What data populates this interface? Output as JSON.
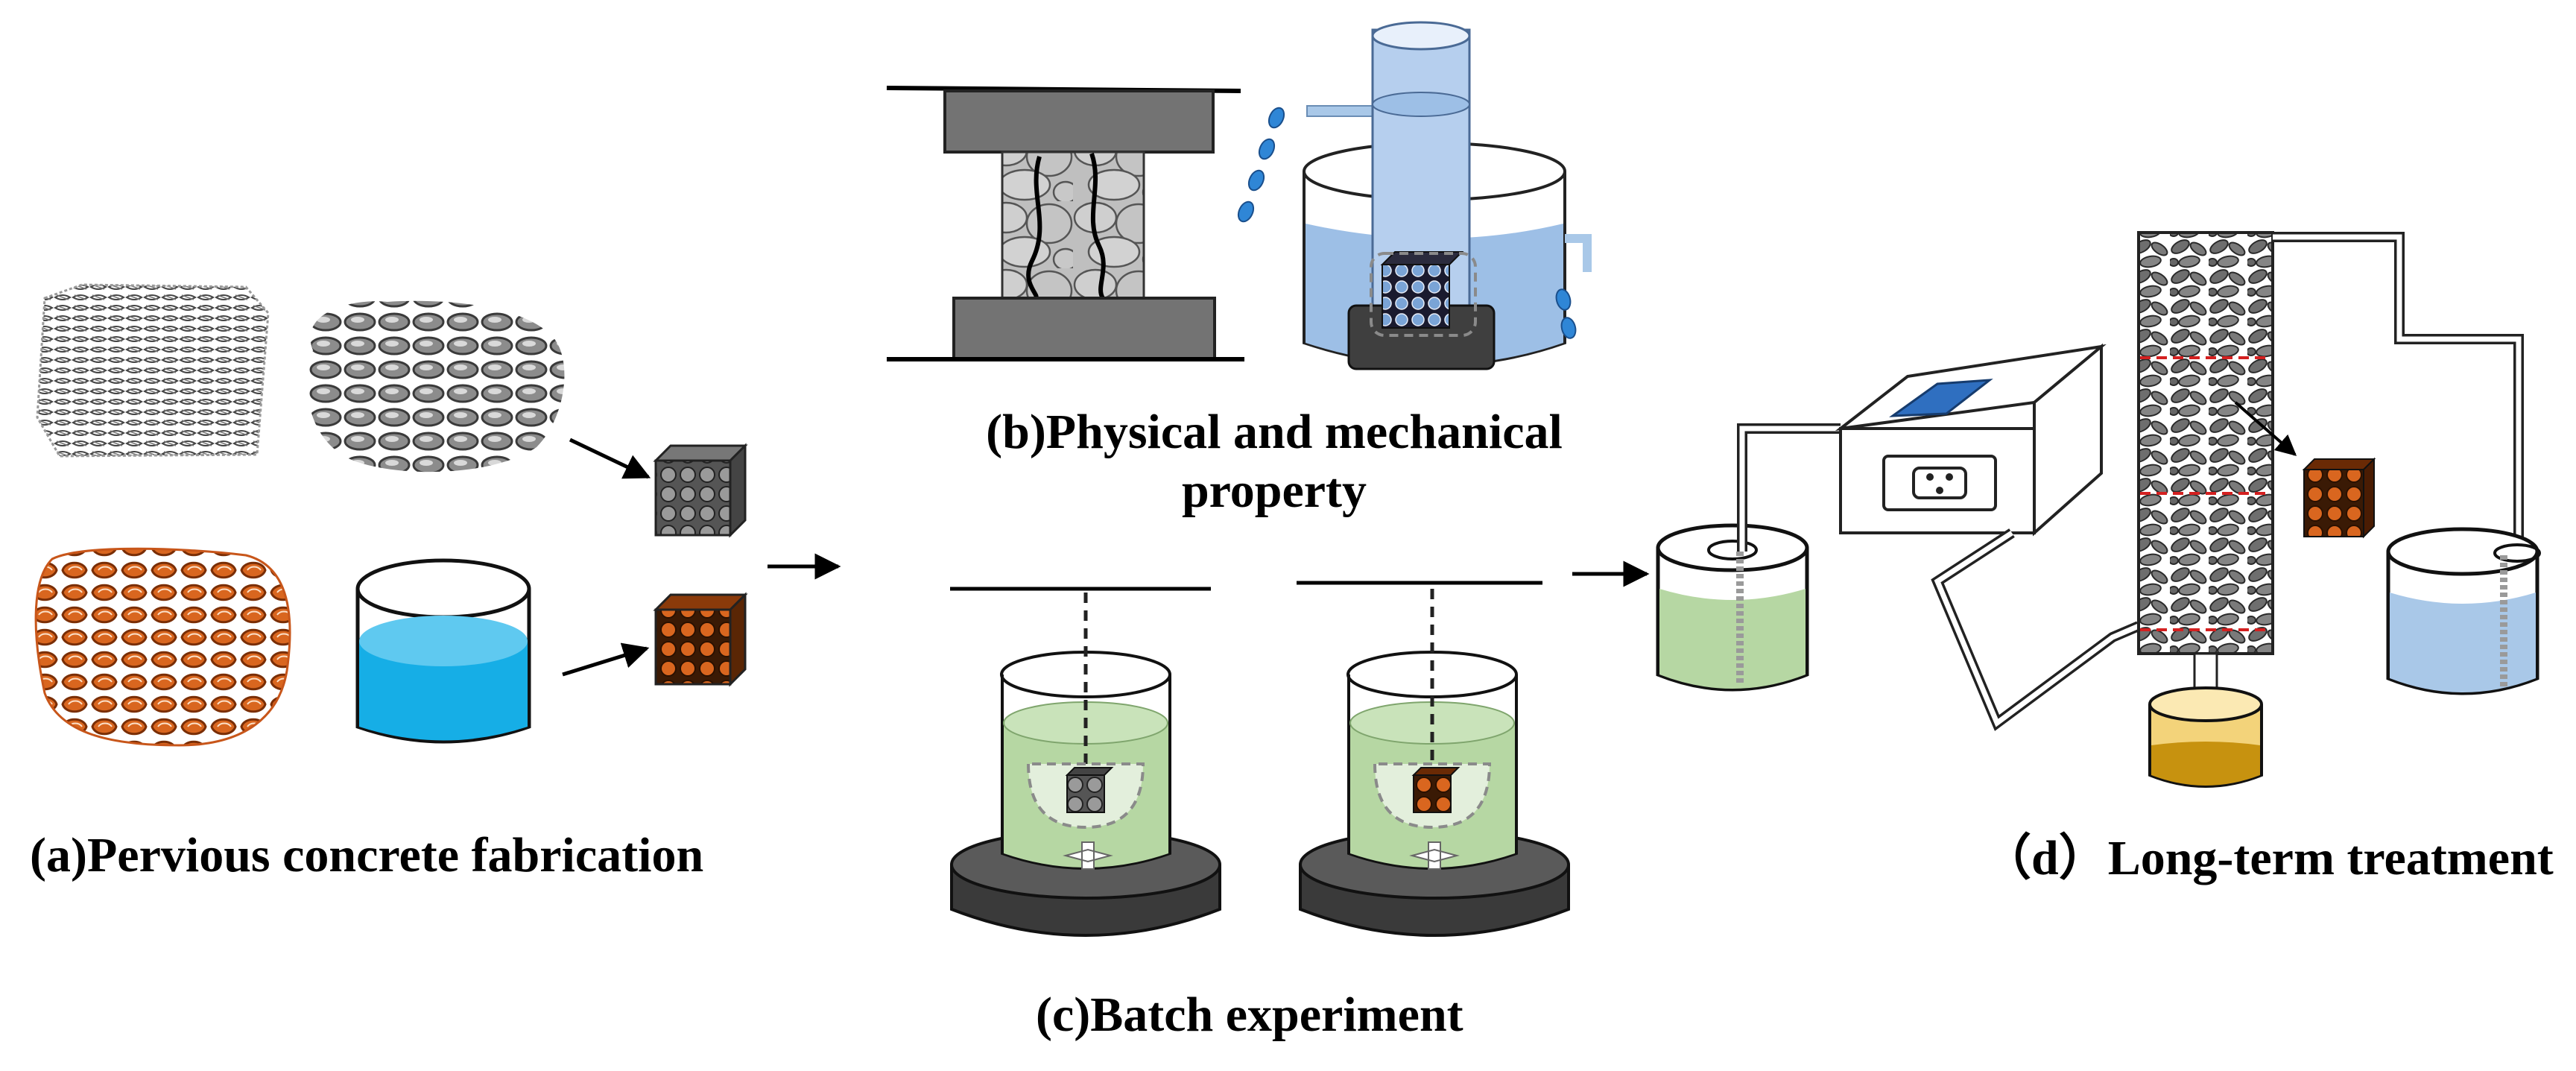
{
  "captions": {
    "a": "(a)Pervious concrete fabrication",
    "b": "(b)Physical and mechanical property",
    "c": "(c)Batch experiment",
    "d": "（d）Long-term treatment"
  },
  "colors": {
    "aggregate_gray": "#8a8a8a",
    "aggregate_orange": "#c8561a",
    "water_blue": "#16aee6",
    "solution_green": "#b6d7a3",
    "solution_blue": "#a9c8e8",
    "settled_yellow": "#e6b128",
    "plate_dark": "#4d4d4d",
    "pump_screen": "#2f6fc0"
  },
  "icons": [
    "aggregate-pile-icon",
    "beaker-icon",
    "cube-sample-icon",
    "arrow-icon",
    "press-icon",
    "permeameter-icon",
    "magnetic-stirrer-icon",
    "peristaltic-pump-icon",
    "filter-column-icon"
  ]
}
